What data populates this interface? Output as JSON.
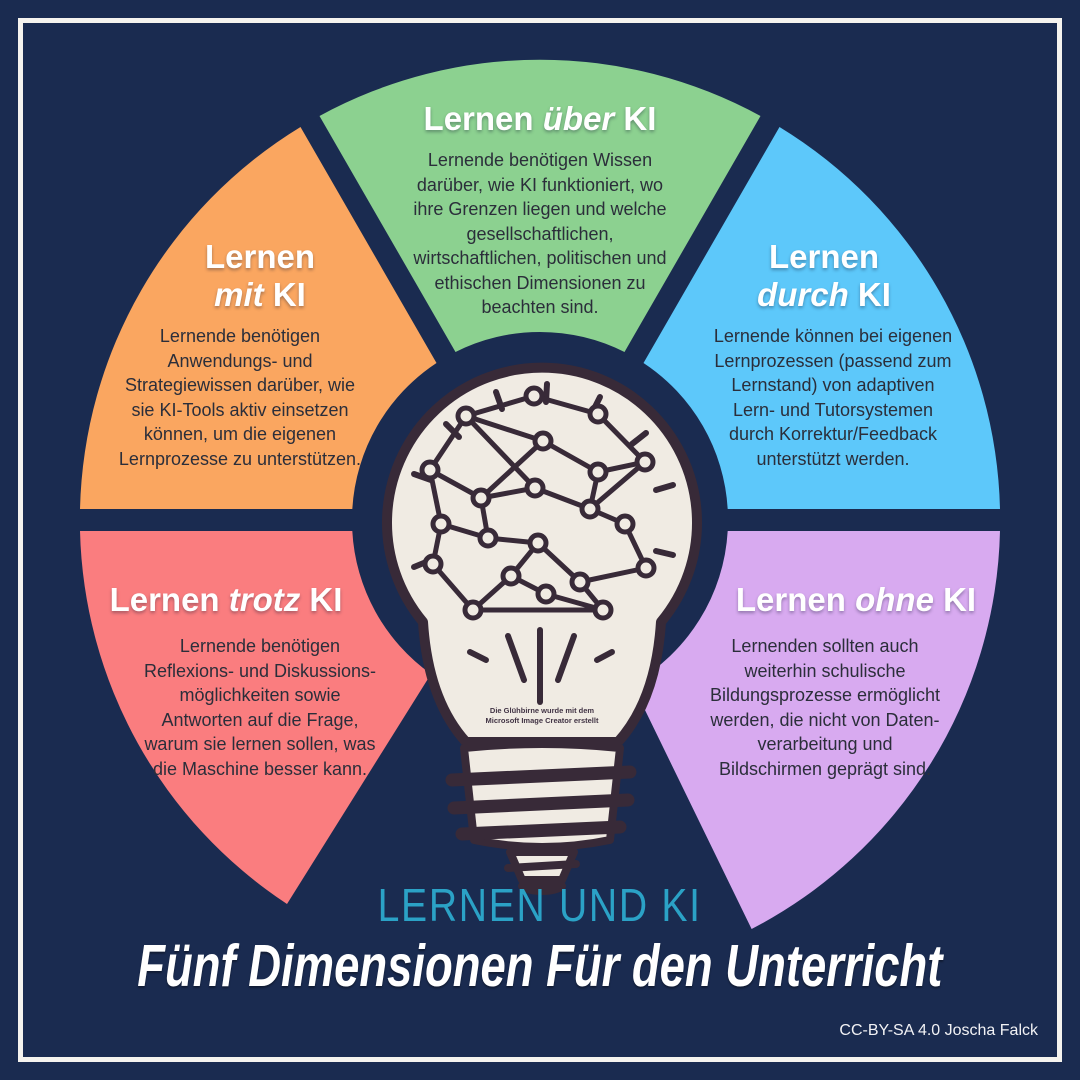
{
  "page": {
    "background": "#1A2B50",
    "frame_color": "#F5F3EE"
  },
  "segments": {
    "ueber": {
      "heading": {
        "prefix": "Lernen ",
        "emph": "über",
        "suffix": " KI"
      },
      "body": "Lernende benötigen Wissen\ndarüber, wie KI funktioniert, wo\nihre Grenzen liegen und welche\ngesellschaftlichen,\nwirtschaftlichen, politischen und\nethischen Dimensionen zu\nbeachten sind.",
      "color": "#8CD190"
    },
    "mit": {
      "heading": {
        "prefix": "Lernen\n",
        "emph": "mit",
        "suffix": " KI"
      },
      "body": "Lernende benötigen\nAnwendungs- und\nStrategiewissen darüber, wie\nsie KI-Tools aktiv einsetzen\nkönnen, um die eigenen\nLernprozesse zu unterstützen.",
      "color": "#FAA660"
    },
    "durch": {
      "heading": {
        "prefix": "Lernen\n",
        "emph": "durch",
        "suffix": " KI"
      },
      "body": "Lernende können bei eigenen\nLernprozessen (passend zum\nLernstand) von adaptiven\nLern- und Tutorsystemen\ndurch Korrektur/Feedback\nunterstützt werden.",
      "color": "#5DC8FA"
    },
    "trotz": {
      "heading": {
        "prefix": "Lernen ",
        "emph": "trotz",
        "suffix": " KI"
      },
      "body": "Lernende benötigen\nReflexions- und Diskussions-\nmöglichkeiten sowie\nAntworten auf die Frage,\nwarum sie lernen sollen, was\ndie Maschine besser kann.",
      "color": "#FA7D7F"
    },
    "ohne": {
      "heading": {
        "prefix": "Lernen ",
        "emph": "ohne",
        "suffix": " KI"
      },
      "body": "Lernenden sollten auch\nweiterhin schulische\nBildungsprozesse ermöglicht\nwerden, die nicht von Daten-\nverarbeitung und\nBildschirmen geprägt sind.",
      "color": "#D8AAF0"
    }
  },
  "bulb": {
    "note": "Die Glühbirne wurde mit dem\nMicrosoft Image Creator erstellt",
    "fill": "#F0EBE3",
    "line": "#382A38"
  },
  "title_block": {
    "kicker": "LERNEN UND KI",
    "kicker_color": "#2BA2C6",
    "title": "Fünf Dimensionen Für den Unterricht",
    "credit": "CC-BY-SA 4.0 Joscha Falck"
  }
}
